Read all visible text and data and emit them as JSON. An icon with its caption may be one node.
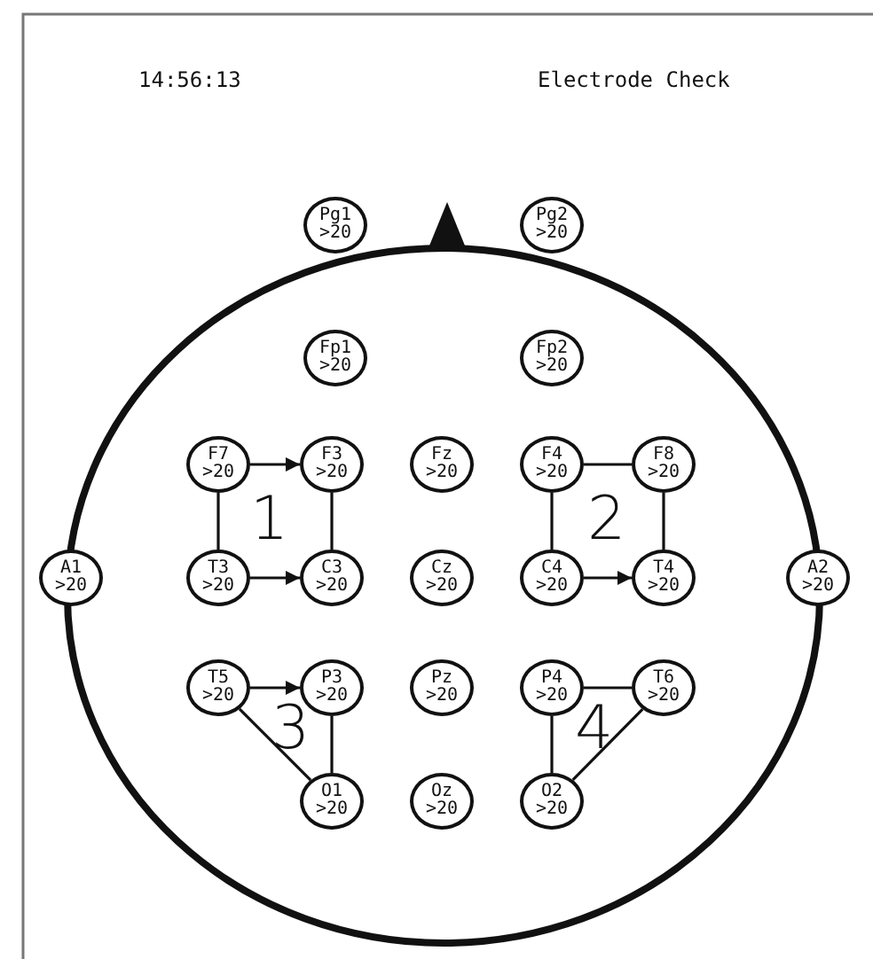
{
  "diagram": {
    "nodes": [
      {
        "text": [
          "Pg1",
          ">20"
        ]
      },
      {
        "text": [
          "Pg2",
          ">20"
        ]
      },
      {
        "text": [
          "Fp1",
          ">20"
        ]
      },
      {
        "text": [
          "Fp2",
          ">20"
        ]
      },
      {
        "text": [
          "F7",
          ">20"
        ]
      },
      {
        "text": [
          "F3",
          ">20"
        ]
      },
      {
        "text": [
          "Fz",
          ">20"
        ]
      },
      {
        "text": [
          "F4",
          ">20"
        ]
      },
      {
        "text": [
          "F8",
          ">20"
        ]
      },
      {
        "text": [
          "A1",
          ">20"
        ]
      },
      {
        "text": [
          "T3",
          ">20"
        ]
      },
      {
        "text": [
          "C3",
          ">20"
        ]
      },
      {
        "text": [
          "Cz",
          ">20"
        ]
      },
      {
        "text": [
          "C4",
          ">20"
        ]
      },
      {
        "text": [
          "T4",
          ">20"
        ]
      },
      {
        "text": [
          "A2",
          ">20"
        ]
      },
      {
        "text": [
          "T5",
          ">20"
        ]
      },
      {
        "text": [
          "P3",
          ">20"
        ]
      },
      {
        "text": [
          "Pz",
          ">20"
        ]
      },
      {
        "text": [
          "P4",
          ">20"
        ]
      },
      {
        "text": [
          "T6",
          ">20"
        ]
      },
      {
        "text": [
          "O1",
          ">20"
        ]
      },
      {
        "text": [
          "Oz",
          ">20"
        ]
      },
      {
        "text": [
          "O2",
          ">20"
        ]
      }
    ],
    "edges": [
      {
        "from": 4,
        "to": 5,
        "arrow": "to"
      },
      {
        "from": 5,
        "to": 11,
        "arrow": "none"
      },
      {
        "from": 4,
        "to": 10,
        "arrow": "none"
      },
      {
        "from": 10,
        "to": 11,
        "arrow": "to"
      },
      {
        "from": 7,
        "to": 8,
        "arrow": "none"
      },
      {
        "from": 7,
        "to": 13,
        "arrow": "none"
      },
      {
        "from": 8,
        "to": 14,
        "arrow": "none"
      },
      {
        "from": 13,
        "to": 14,
        "arrow": "to"
      },
      {
        "from": 16,
        "to": 17,
        "arrow": "to"
      },
      {
        "from": 17,
        "to": 21,
        "arrow": "none"
      },
      {
        "from": 16,
        "to": 21,
        "arrow": "none"
      },
      {
        "from": 19,
        "to": 20,
        "arrow": "none"
      },
      {
        "from": 19,
        "to": 23,
        "arrow": "none"
      },
      {
        "from": 20,
        "to": 23,
        "arrow": "none"
      }
    ],
    "labels": [
      "14:56:13",
      "Electrode Check",
      "1",
      "2",
      "3",
      "4"
    ]
  }
}
